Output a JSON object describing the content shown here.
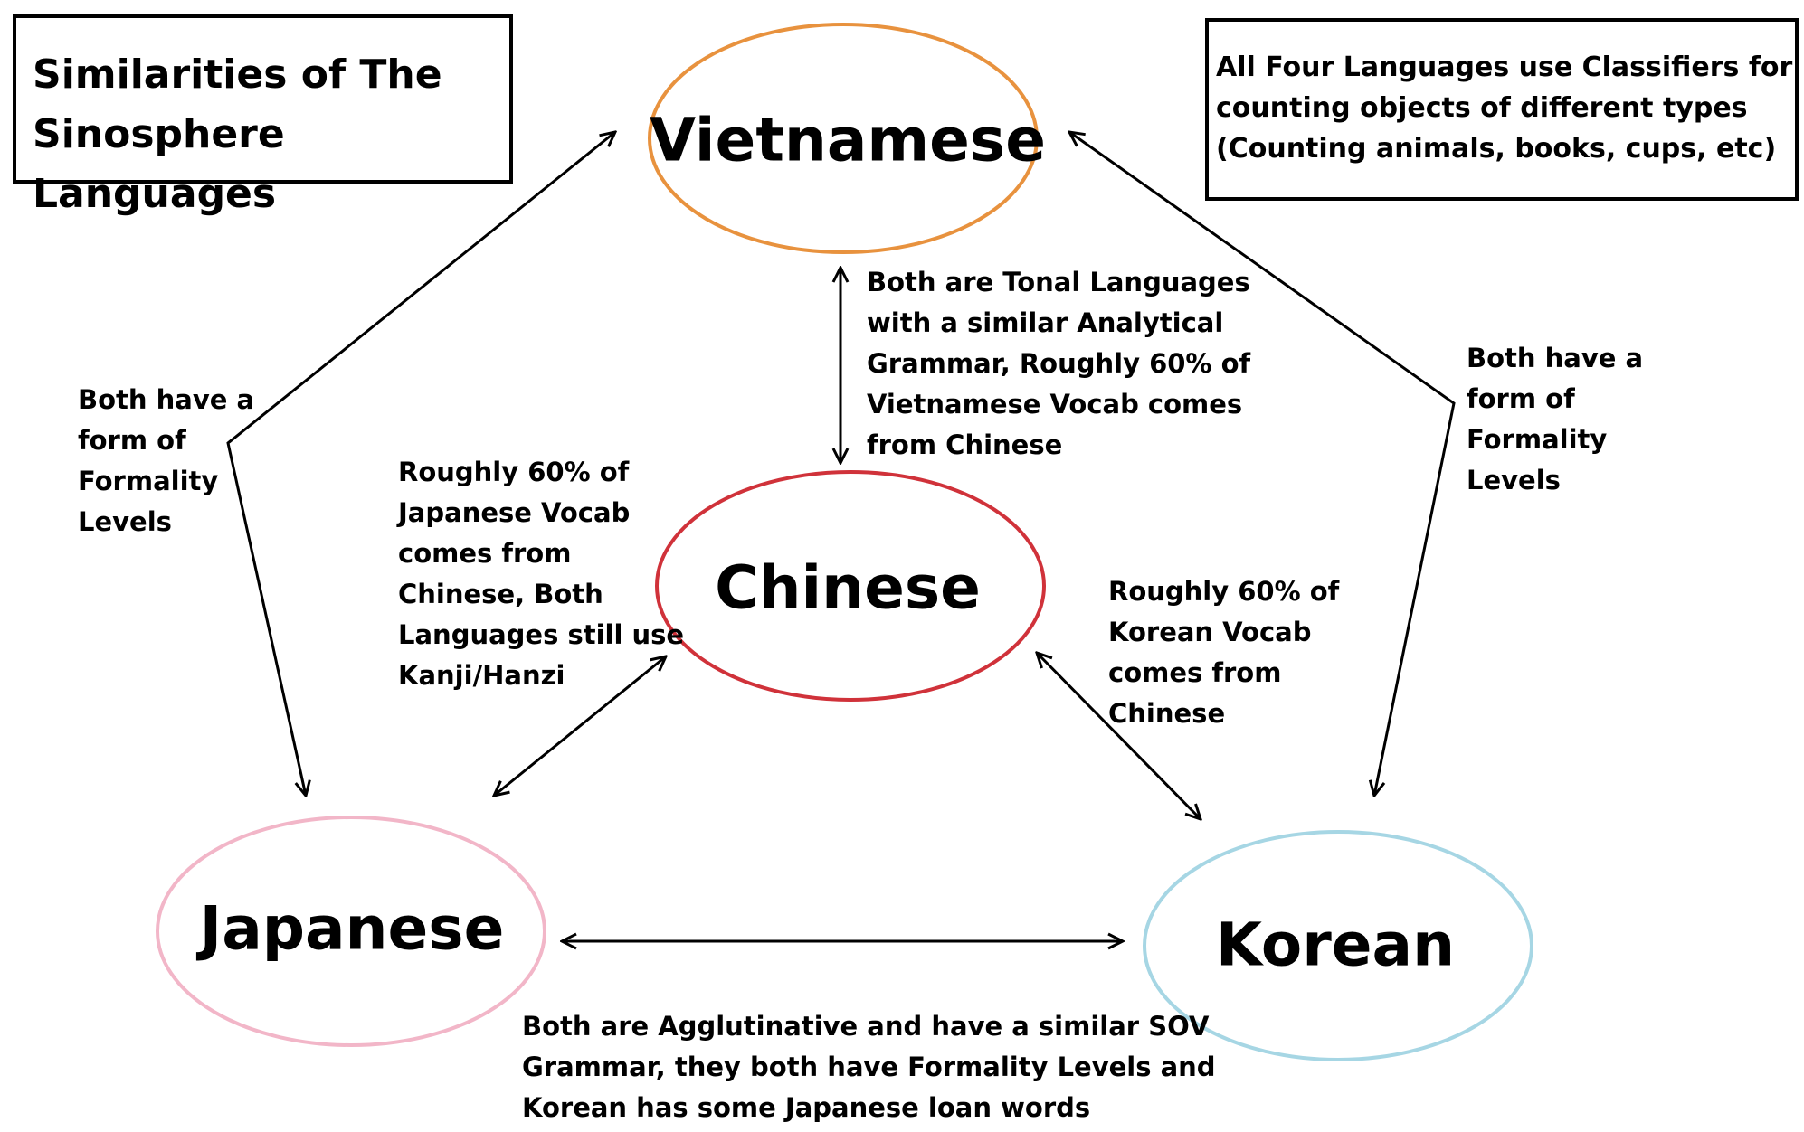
{
  "title": "Similarities of The\nSinosphere Languages",
  "classifier_note": "All Four Languages use Classifiers for\ncounting objects of different types\n(Counting animals, books, cups, etc)",
  "nodes": {
    "vietnamese": {
      "label": "Vietnamese",
      "color": "#e8923e"
    },
    "chinese": {
      "label": "Chinese",
      "color": "#d0323a"
    },
    "japanese": {
      "label": "Japanese",
      "color": "#f2b6c8"
    },
    "korean": {
      "label": "Korean",
      "color": "#a6d6e4"
    }
  },
  "edges": {
    "vietnamese_chinese": "Both are Tonal Languages\nwith a similar Analytical\nGrammar, Roughly 60% of\nVietnamese Vocab comes\nfrom Chinese",
    "vietnamese_japanese": "Both have a\nform of\nFormality\nLevels",
    "vietnamese_korean": "Both have a\nform of\nFormality\nLevels",
    "chinese_japanese": "Roughly 60% of\nJapanese Vocab\ncomes from\nChinese, Both\nLanguages still use\nKanji/Hanzi",
    "chinese_korean": "Roughly 60% of\nKorean Vocab\ncomes from\nChinese",
    "japanese_korean": "Both are Agglutinative and have a similar SOV\nGrammar, they both have Formality Levels and\nKorean has some Japanese loan words"
  }
}
